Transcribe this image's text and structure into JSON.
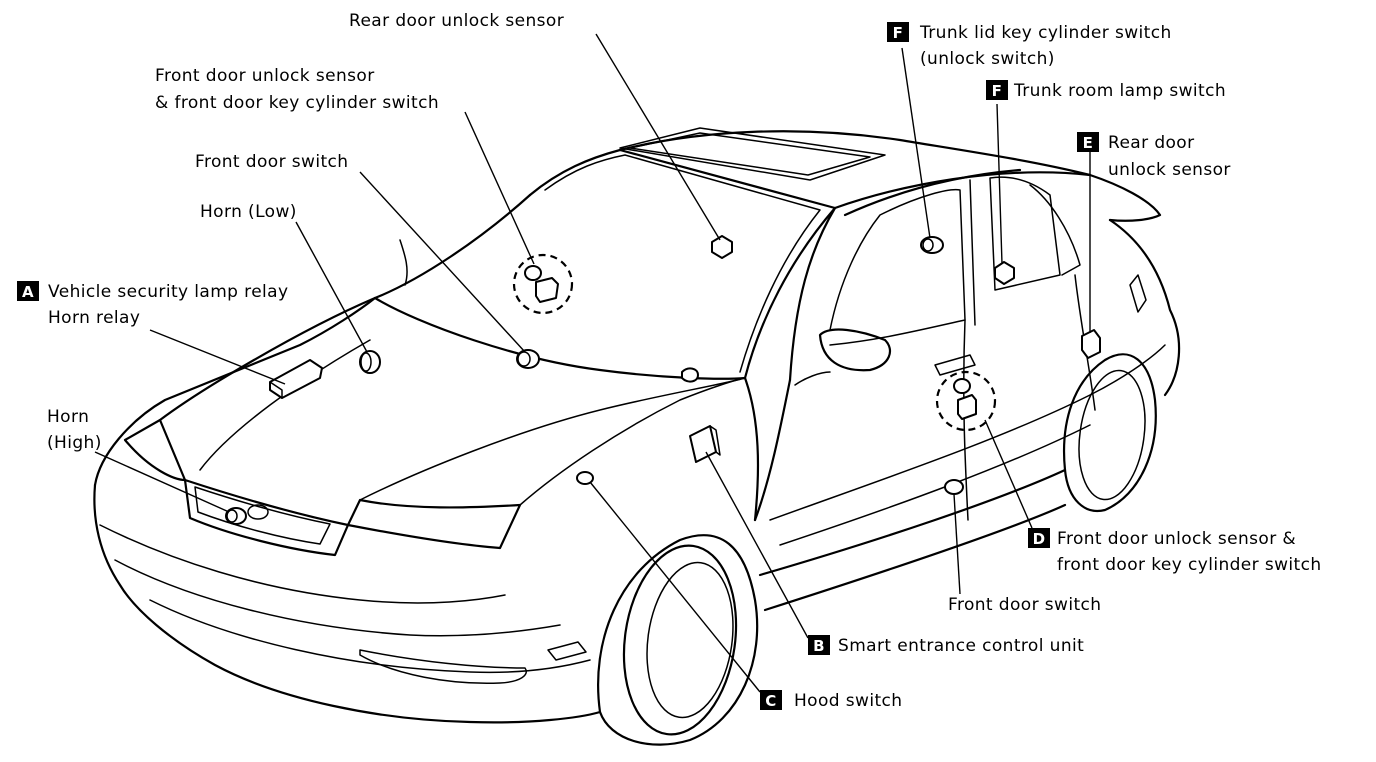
{
  "callouts": [
    {
      "id": "rear_door_unlock_sensor_top",
      "badge": "",
      "lines": [
        "Rear door unlock sensor"
      ]
    },
    {
      "id": "front_door_unlock_sensor_top",
      "badge": "",
      "lines": [
        "Front door unlock sensor",
        "& front door key cylinder switch"
      ]
    },
    {
      "id": "front_door_switch_top",
      "badge": "",
      "lines": [
        "Front door switch"
      ]
    },
    {
      "id": "horn_low",
      "badge": "",
      "lines": [
        "Horn (Low)"
      ]
    },
    {
      "id": "vehicle_security_lamp_relay",
      "badge": "A",
      "lines": [
        "Vehicle security lamp relay",
        "Horn relay"
      ]
    },
    {
      "id": "horn_high",
      "badge": "",
      "lines": [
        "Horn",
        "(High)"
      ]
    },
    {
      "id": "trunk_lid_key_cylinder_switch",
      "badge": "F",
      "lines": [
        "Trunk lid key cylinder switch",
        "(unlock switch)"
      ]
    },
    {
      "id": "trunk_room_lamp_switch",
      "badge": "F",
      "lines": [
        "Trunk room lamp switch"
      ]
    },
    {
      "id": "rear_door_unlock_sensor_side",
      "badge": "E",
      "lines": [
        "Rear door",
        "unlock sensor"
      ]
    },
    {
      "id": "front_door_unlock_sensor_side",
      "badge": "D",
      "lines": [
        "Front door unlock sensor &",
        "front door key cylinder switch"
      ]
    },
    {
      "id": "front_door_switch_side",
      "badge": "",
      "lines": [
        "Front door switch"
      ]
    },
    {
      "id": "smart_entrance_control_unit",
      "badge": "B",
      "lines": [
        "Smart entrance control unit"
      ]
    },
    {
      "id": "hood_switch",
      "badge": "C",
      "lines": [
        "Hood switch"
      ]
    }
  ]
}
